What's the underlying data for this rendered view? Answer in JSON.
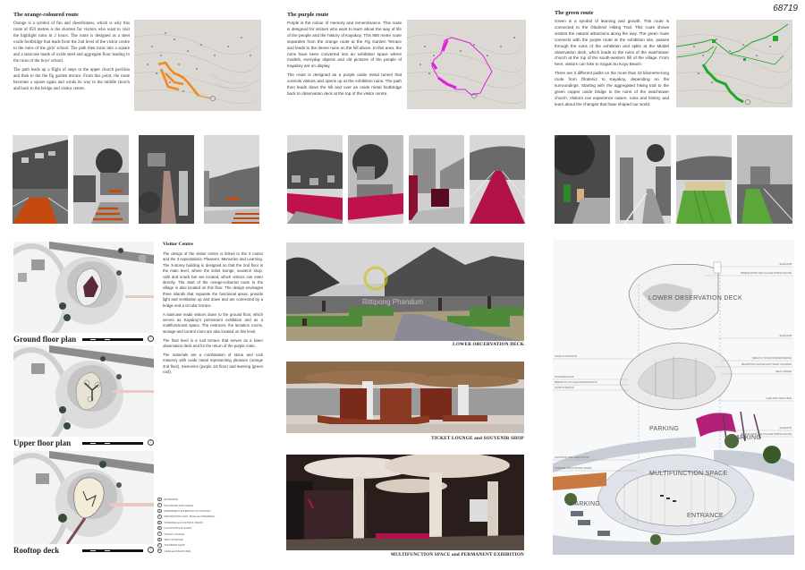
{
  "board": {
    "id": "68719"
  },
  "routes": [
    {
      "key": "orange",
      "title": "The orange-coloured route",
      "color": "#f08a1c",
      "paragraphs": [
        "Orange is a symbol of fun and cheerfulness, which is why this route of 650 metres is the shortest for visitors who want to visit the highlight ruins in 2 hours. The route is designed as a steel oxide footbridge that leads from the 2nd level of the visitor centre to the ruins of the girls' school. The path then turns into a square and a staircase made of oxide steel and aggregate floor leading to the ruins of the boys' school.",
        "The path leads up a flight of steps to the upper church pavilion and then to the the fig garden terrace. From this point, the route becomes a square again and winds its way to the middle church and back to the bridge and visitor centre."
      ]
    },
    {
      "key": "purple",
      "title": "The purple route",
      "color": "#e020e0",
      "paragraphs": [
        "Purple is the colour of memory and remembrance. This route is designed for visitors who want to learn about the way of life of the people and the history of Kayakoy. This 900 metre route separates from the orange route at the Fig Garden Terrace and leads to the dense ruins on the hill above. In this area, the ruins have been converted into an exhibition space where models, everyday objects and old pictures of the people of Kayakoy are on display.",
        "The route is designed as a purple oxide metal tunnel that controls visitors and opens up at the exhibition ruins. The path then leads down the hill and over an oxide metal footbridge back to observation deck at the top of the visitor centre."
      ]
    },
    {
      "key": "green",
      "title": "The green route",
      "color": "#1fa82a",
      "paragraphs": [
        "Green is a symbol of learning and growth. This route is connected to the Ölüdeniz Hiking Trail. This route shows visitors the natural attractions along the way. The green route connects with the purple route at the exhibition site, passes through the ruins of the exhibition and splits at the Middel observation deck, which leads to the ruins of the watchtower church at the top of the south-western hill of the village. From here, visitors can hike to Soguk Su Koyu Beach.",
        "There are 3 different paths on the more than 10 kilometre-long route from Ölüdeniz to Kayakoy, depending on the surroundings. Starting with the aggregated hiking trail to the green copper oxide bridge to the ruins of the watchtower church. Visitors can experience nature, ruins and history and learn about the changes that have shaped our world."
      ]
    }
  ],
  "plans": [
    {
      "label": "Ground floor plan"
    },
    {
      "label": "Upper floor plan"
    },
    {
      "label": "Rooftop deck"
    }
  ],
  "legend": [
    {
      "n": "1",
      "label": "ENTRANCE"
    },
    {
      "n": "2",
      "label": "MULTIFUNCTION SPACE"
    },
    {
      "n": "3",
      "label": "PERMANENT EXHIBITION OF KAYAKOY"
    },
    {
      "n": "4",
      "label": "RESTROOMS (LADY, MALE and DISABLED)"
    },
    {
      "n": "5",
      "label": "STORAGE and CONTROL ROOM"
    },
    {
      "n": "6",
      "label": "LACTATION and GUEST"
    },
    {
      "n": "7",
      "label": "TICKET LOUNGE"
    },
    {
      "n": "8",
      "label": "SELF STORAGE"
    },
    {
      "n": "9",
      "label": "SOUVENIR SHOP"
    },
    {
      "n": "10",
      "label": "CAFE and SNACK BAR"
    }
  ],
  "visitor_centre": {
    "title": "Visitor Centre",
    "paragraphs": [
      "The design of the visitor centre is linked to the 3 routes and the 3 expectations: Pleasure, Memories and Learning. The 3-storey building is designed so that the 2nd floor is the main level, where the ticket lounge, souvenir shop, café and snack bar are located, which visitors can enter directly. The start of the orange-coloured route to the village is also located on this floor. The design envisages three islands that separate the functional areas, provide light and ventilation up and down and are connected by a bridge and a circular terrace.",
      "A staircase leads visitors down to the ground floor, which serves as Kayakoy's permanent exhibition and as a multifunctional space. The restroom, the lactation rooms, storage and control room are also located on this level.",
      "The final level is a roof terrace that serves as a lower observation deck and for the return of the purple route.",
      "The materials are a combination of stone and rock masonry with oxide metal representing pleasure (orange 2nd floor), memories (purple 1st floor) and learning (green roof)."
    ]
  },
  "renders": [
    {
      "caption": "LOWER OBCERVATION DECK",
      "watermark": "Rittipong Phandum"
    },
    {
      "caption": "TICKET LOUNGE and SOUVENIR SHOP"
    },
    {
      "caption": "MULTIFUNCTION SPACE and PERMANENT EXHIBITION"
    }
  ],
  "axonometric": {
    "big_labels": {
      "deck": "LOWER OBSERVATION DECK",
      "parking1": "PARKING",
      "parking2": "PARKING",
      "parking3": "PARKING",
      "multifunction": "MULTIFUNCTION SPACE",
      "entrance": "ENTRANCE"
    },
    "right_labels": [
      "ELEVATOR",
      "BRIDGE FROM THE VILLAGE PURPLE ROUTE",
      "ELEVATOR",
      "DIRECTLY STAIR FROM ENTRANCE",
      "RECEPTION LOUNGE AND TICKET COUNTER",
      "SELF LOCKER",
      "CAFE AND SNACK BAR",
      "ELEVATOR",
      "BRIDGE FROM THE VILLAGE PURPLE ROUTE"
    ],
    "left_labels": [
      "STAIR TO ROOFTOP",
      "SOUVENIR SHOP",
      "BRIDGE TO VILLAGE ORANGE ROUTE",
      "STAIR TO BELOW",
      "LACTATION AND GUEST ROOM",
      "STORAGE AND CONTROL ROOM"
    ]
  }
}
